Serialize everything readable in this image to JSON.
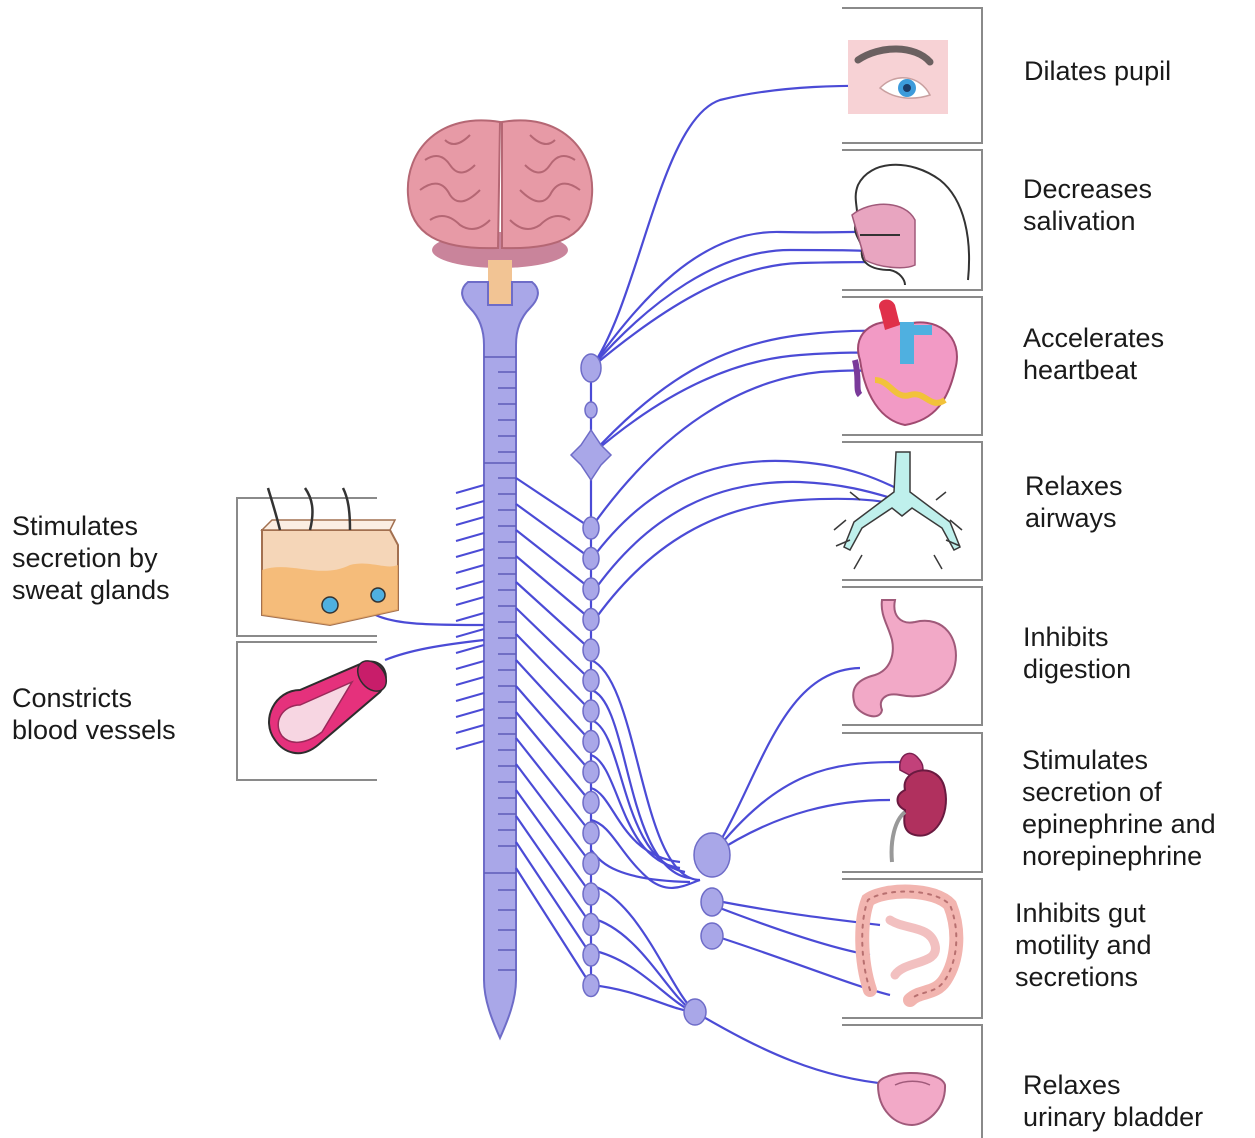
{
  "effects": {
    "eye": "Dilates pupil",
    "salivary": "Decreases\nsalivation",
    "heart": "Accelerates\nheartbeat",
    "lungs": "Relaxes\nairways",
    "stomach": "Inhibits\ndigestion",
    "adrenal": "Stimulates\nsecretion of\nepinephrine and\nnorepinephrine",
    "intestine": "Inhibits gut\nmotility and\nsecretions",
    "bladder": "Relaxes\nurinary bladder",
    "sweat": "Stimulates\nsecretion by\nsweat glands",
    "vessels": "Constricts\nblood vessels"
  },
  "colors": {
    "nerve": "#4b4bd6",
    "cord": "#a9a7e8",
    "brain": "#e79aa6",
    "organ_pink": "#f0a9c0"
  }
}
